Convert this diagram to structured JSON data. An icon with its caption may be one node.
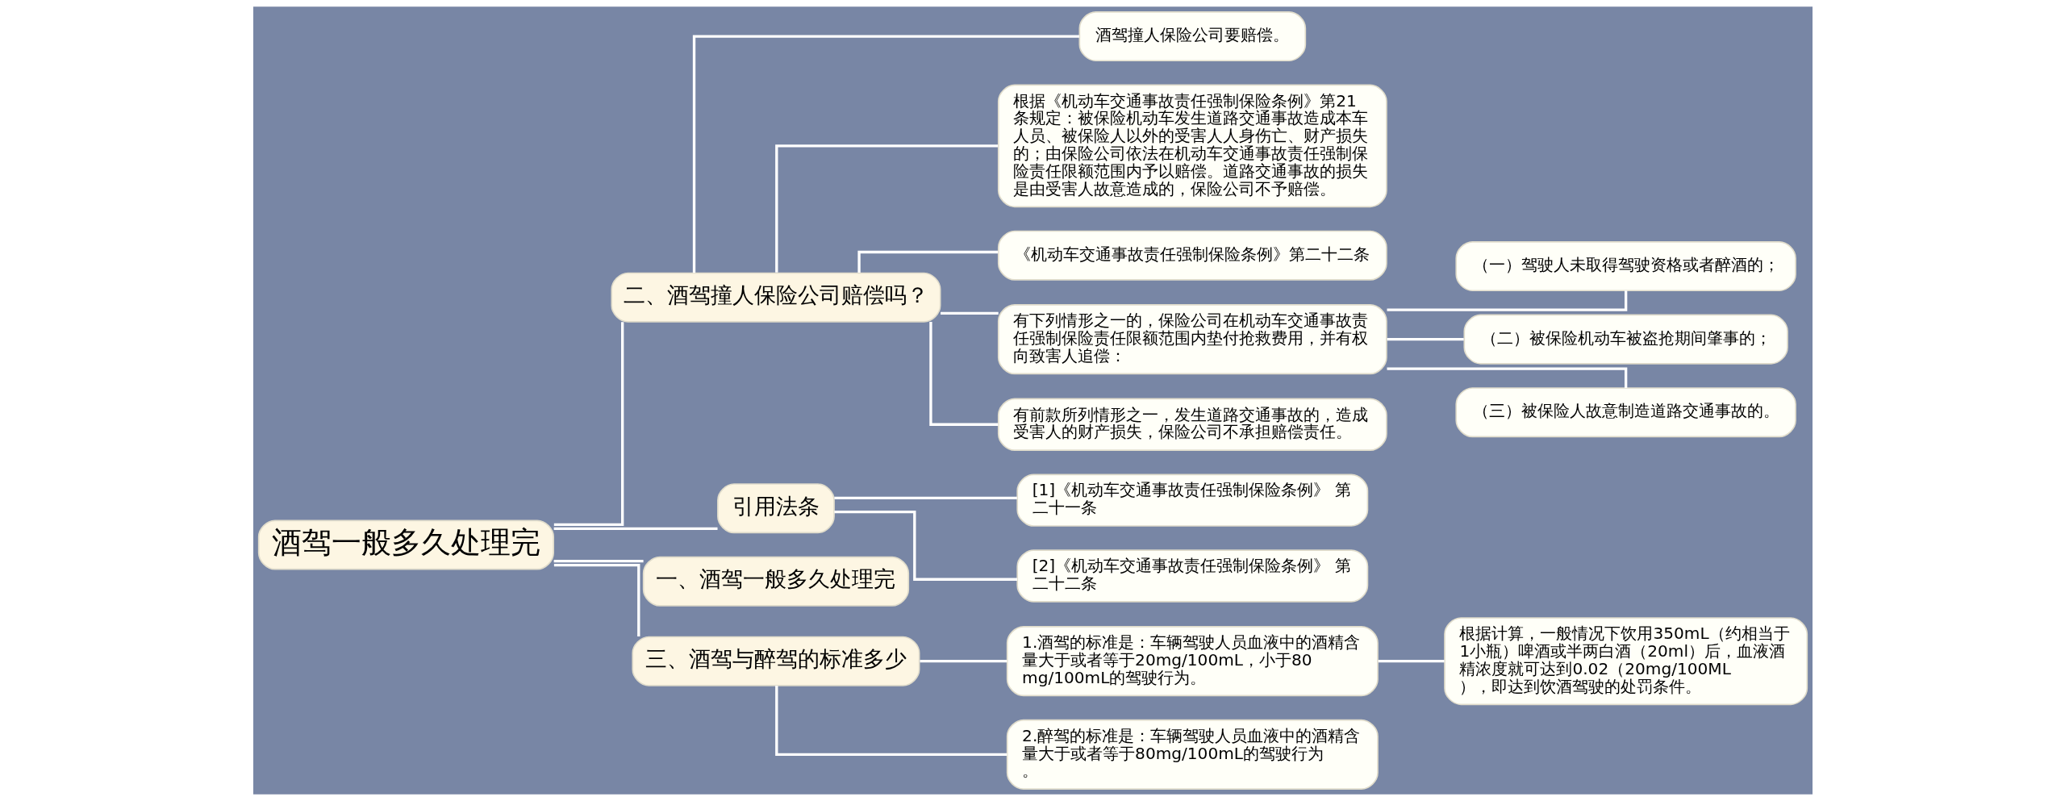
{
  "diagram": {
    "nodes": [
      {
        "text": [
          "酒驾一般多久处理完"
        ]
      },
      {
        "text": [
          "二、酒驾撞人保险公司赔偿吗？"
        ]
      },
      {
        "text": [
          "酒驾撞人保险公司要赔偿。"
        ]
      },
      {
        "text": [
          "根据《机动车交通事故责任强制保险条例》第21条规定：被保险机动车发生道路交通事故造成本车人员、被保险人以外的受害人人身伤亡、财产损失的；由保险公司依法在机动车交通事故责任强制保险责任限额范围内予以赔偿。道路交通事故的损失是由受害人故意造成的，保险公司不予赔偿。"
        ]
      },
      {
        "text": [
          "《机动车交通事故责任强制保险条例》第二十二条"
        ]
      },
      {
        "text": [
          "有下列情形之一的，保险公司在机动车交通事故责任强制保险责任限额范围内垫付抢救费用，并有权向致害人追偿："
        ]
      },
      {
        "text": [
          "（一）驾驶人未取得驾驶资格或者醉酒的；"
        ]
      },
      {
        "text": [
          "（二）被保险机动车被盗抢期间肇事的；"
        ]
      },
      {
        "text": [
          "（三）被保险人故意制造道路交通事故的。"
        ]
      },
      {
        "text": [
          "有前款所列情形之一，发生道路交通事故的，造成受害人的财产损失，保险公司不承担赔偿责任。"
        ]
      },
      {
        "text": [
          "引用法条"
        ]
      },
      {
        "text": [
          "[1]《机动车交通事故责任强制保险条例》 第二十一条"
        ]
      },
      {
        "text": [
          "[2]《机动车交通事故责任强制保险条例》 第二十二条"
        ]
      },
      {
        "text": [
          "一、酒驾一般多久处理完"
        ]
      },
      {
        "text": [
          "三、酒驾与醉驾的标准多少"
        ]
      },
      {
        "text": [
          "1.酒驾的标准是：车辆驾驶人员血液中的酒精含量大于或者等于20mg/100mL，小于80mg/100mL的驾驶行为。"
        ]
      },
      {
        "text": [
          "根据计算，一般情况下饮用350mL（约相当于1小瓶）啤酒或半两白酒（20ml）后，血液酒精浓度就可达到0.02（20mg/100ML），即达到饮酒驾驶的处罚条件。"
        ]
      },
      {
        "text": [
          "2.醉驾的标准是：车辆驾驶人员血液中的酒精含量大于或者等于80mg/100mL的驾驶行为。"
        ]
      }
    ],
    "edges": [
      {
        "from": 0,
        "to": 1,
        "arrow": "none"
      },
      {
        "from": 1,
        "to": 2,
        "arrow": "none"
      },
      {
        "from": 1,
        "to": 3,
        "arrow": "none"
      },
      {
        "from": 1,
        "to": 4,
        "arrow": "none"
      },
      {
        "from": 1,
        "to": 5,
        "arrow": "none"
      },
      {
        "from": 5,
        "to": 6,
        "arrow": "none"
      },
      {
        "from": 5,
        "to": 7,
        "arrow": "none"
      },
      {
        "from": 5,
        "to": 8,
        "arrow": "none"
      },
      {
        "from": 1,
        "to": 9,
        "arrow": "none"
      },
      {
        "from": 0,
        "to": 10,
        "arrow": "none"
      },
      {
        "from": 10,
        "to": 11,
        "arrow": "none"
      },
      {
        "from": 10,
        "to": 12,
        "arrow": "none"
      },
      {
        "from": 0,
        "to": 13,
        "arrow": "none"
      },
      {
        "from": 0,
        "to": 14,
        "arrow": "none"
      },
      {
        "from": 14,
        "to": 15,
        "arrow": "none"
      },
      {
        "from": 15,
        "to": 16,
        "arrow": "none"
      },
      {
        "from": 14,
        "to": 17,
        "arrow": "none"
      }
    ]
  }
}
